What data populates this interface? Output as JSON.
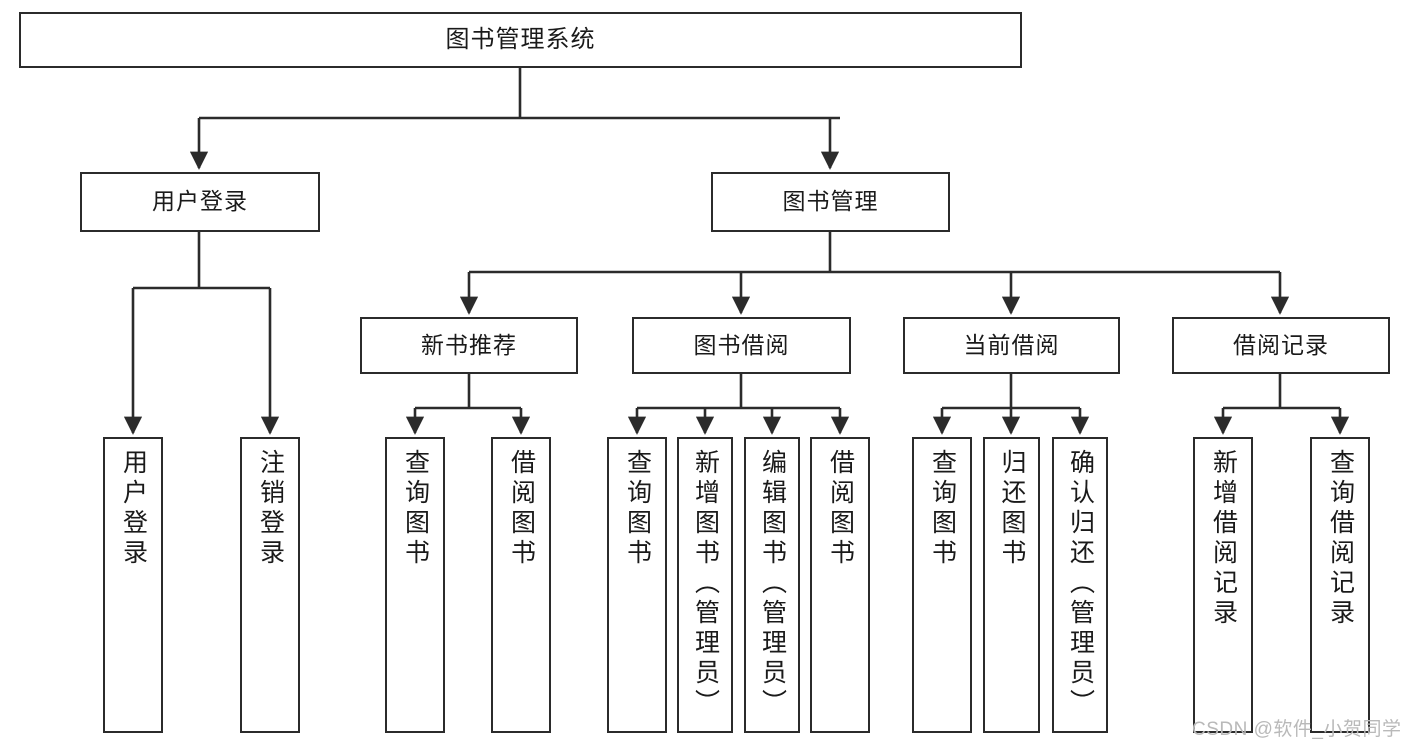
{
  "diagram": {
    "title": "图书管理系统",
    "type": "tree-hierarchy-chart",
    "root": {
      "id": "root",
      "label": "图书管理系统"
    },
    "level2": [
      {
        "id": "user-login",
        "label": "用户登录"
      },
      {
        "id": "book-manage",
        "label": "图书管理"
      }
    ],
    "level3": [
      {
        "id": "new-book-recommend",
        "label": "新书推荐",
        "parent": "book-manage"
      },
      {
        "id": "book-borrow",
        "label": "图书借阅",
        "parent": "book-manage"
      },
      {
        "id": "current-borrow",
        "label": "当前借阅",
        "parent": "book-manage"
      },
      {
        "id": "borrow-record",
        "label": "借阅记录",
        "parent": "book-manage"
      }
    ],
    "leaves": [
      {
        "id": "leaf-user-login",
        "label": "用户登录",
        "parent": "user-login"
      },
      {
        "id": "leaf-logout-login",
        "label": "注销登录",
        "parent": "user-login"
      },
      {
        "id": "leaf-query-book-1",
        "label": "查询图书",
        "parent": "new-book-recommend"
      },
      {
        "id": "leaf-borrow-book-1",
        "label": "借阅图书",
        "parent": "new-book-recommend"
      },
      {
        "id": "leaf-query-book-2",
        "label": "查询图书",
        "parent": "book-borrow"
      },
      {
        "id": "leaf-add-book",
        "label": "新增图书（管理员）",
        "parent": "book-borrow"
      },
      {
        "id": "leaf-edit-book",
        "label": "编辑图书（管理员）",
        "parent": "book-borrow"
      },
      {
        "id": "leaf-borrow-book-2",
        "label": "借阅图书",
        "parent": "book-borrow"
      },
      {
        "id": "leaf-query-book-3",
        "label": "查询图书",
        "parent": "current-borrow"
      },
      {
        "id": "leaf-return-book",
        "label": "归还图书",
        "parent": "current-borrow"
      },
      {
        "id": "leaf-confirm-return",
        "label": "确认归还（管理员）",
        "parent": "current-borrow"
      },
      {
        "id": "leaf-add-record",
        "label": "新增借阅记录",
        "parent": "borrow-record"
      },
      {
        "id": "leaf-query-record",
        "label": "查询借阅记录",
        "parent": "borrow-record"
      }
    ],
    "watermark": "CSDN @软件_小贺同学",
    "colors": {
      "stroke": "#2b2b2b",
      "fill": "#ffffff",
      "text": "#1a1a1a",
      "watermark": "#b9b9b9"
    }
  }
}
